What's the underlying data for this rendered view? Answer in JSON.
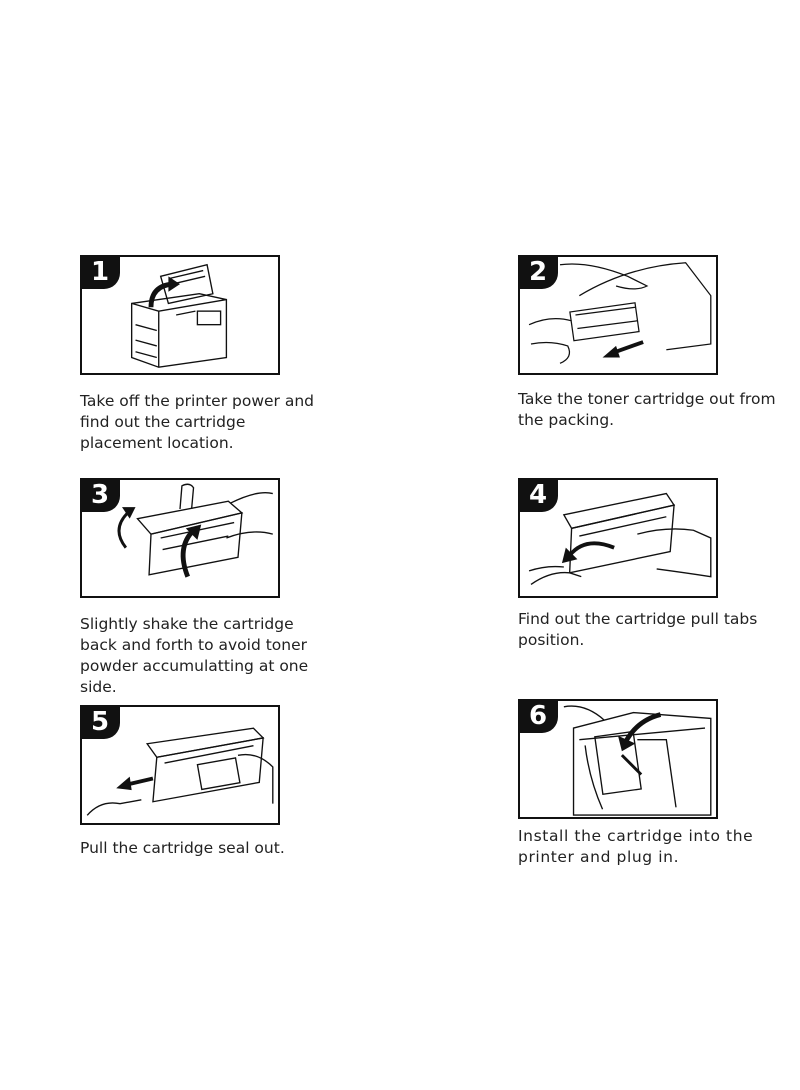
{
  "steps": [
    {
      "number": "1",
      "text": "Take off the printer power and find out the cartridge placement location."
    },
    {
      "number": "2",
      "text": "Take the toner cartridge out from the packing."
    },
    {
      "number": "3",
      "text": "Slightly shake the cartridge back and forth to avoid toner powder accumulatting at one side."
    },
    {
      "number": "4",
      "text": "Find out the cartridge pull tabs position."
    },
    {
      "number": "5",
      "text": "Pull the cartridge seal out."
    },
    {
      "number": "6",
      "text": "Install the cartridge into the printer and plug in."
    }
  ]
}
